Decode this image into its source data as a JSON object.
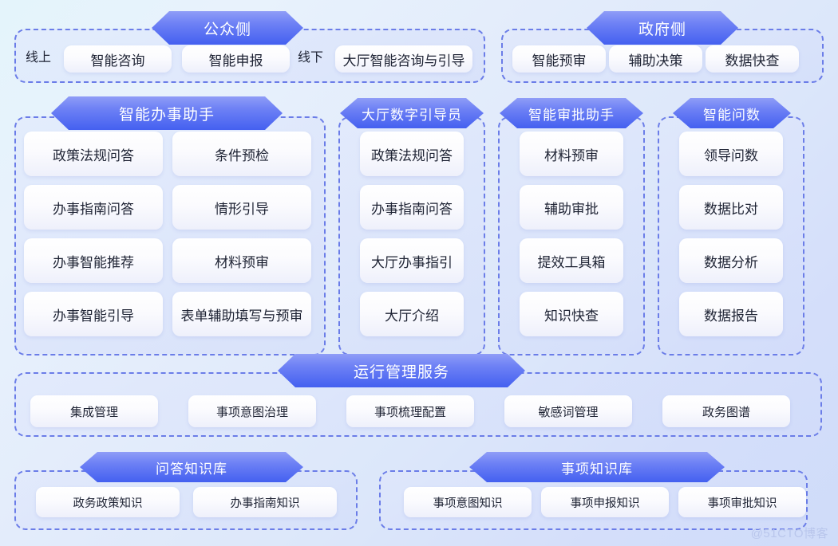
{
  "watermark": "@51CTO博客",
  "top": {
    "public": {
      "title": "公众侧",
      "online_label": "线上",
      "offline_label": "线下",
      "online_items": [
        "智能咨询",
        "智能申报"
      ],
      "offline_items": [
        "大厅智能咨询与引导"
      ]
    },
    "government": {
      "title": "政府侧",
      "items": [
        "智能预审",
        "辅助决策",
        "数据快查"
      ]
    }
  },
  "middle": {
    "panels": [
      {
        "title": "智能办事助手",
        "columns": 2,
        "items": [
          "政策法规问答",
          "条件预检",
          "办事指南问答",
          "情形引导",
          "办事智能推荐",
          "材料预审",
          "办事智能引导",
          "表单辅助填写与预审"
        ]
      },
      {
        "title": "大厅数字引导员",
        "columns": 1,
        "items": [
          "政策法规问答",
          "办事指南问答",
          "大厅办事指引",
          "大厅介绍"
        ]
      },
      {
        "title": "智能审批助手",
        "columns": 1,
        "items": [
          "材料预审",
          "辅助审批",
          "提效工具箱",
          "知识快查"
        ]
      },
      {
        "title": "智能问数",
        "columns": 1,
        "items": [
          "领导问数",
          "数据比对",
          "数据分析",
          "数据报告"
        ]
      }
    ]
  },
  "operations": {
    "title": "运行管理服务",
    "items": [
      "集成管理",
      "事项意图治理",
      "事项梳理配置",
      "敏感词管理",
      "政务图谱"
    ]
  },
  "knowledge": {
    "panels": [
      {
        "title": "问答知识库",
        "items": [
          "政务政策知识",
          "办事指南知识"
        ]
      },
      {
        "title": "事项知识库",
        "items": [
          "事项意图知识",
          "事项申报知识",
          "事项审批知识"
        ]
      }
    ]
  },
  "colors": {
    "banner_start": "#8f9df7",
    "banner_end": "#4460f0",
    "dashed_border": "#6b7de8",
    "card_text": "#1d2233"
  }
}
